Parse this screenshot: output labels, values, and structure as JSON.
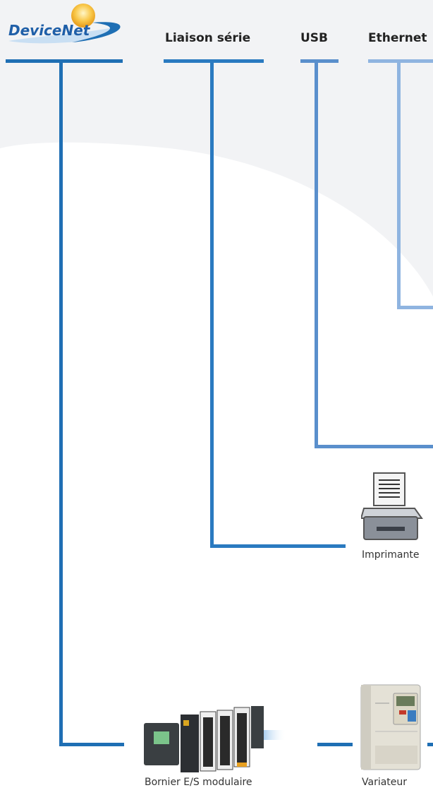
{
  "logo": {
    "text": "DeviceNet"
  },
  "buses": [
    {
      "label": "Liaison série"
    },
    {
      "label": "USB"
    },
    {
      "label": "Ethernet"
    }
  ],
  "devices": {
    "printer": {
      "label": "Imprimante"
    },
    "io_terminal": {
      "label": "Bornier E/S modulaire"
    },
    "drive": {
      "label": "Variateur"
    }
  },
  "colors": {
    "devicenet_blue": "#1f6fb4",
    "serial_blue": "#2a7ac0",
    "usb_blue": "#5a8fcc",
    "ethernet_blue": "#8fb4e0"
  }
}
